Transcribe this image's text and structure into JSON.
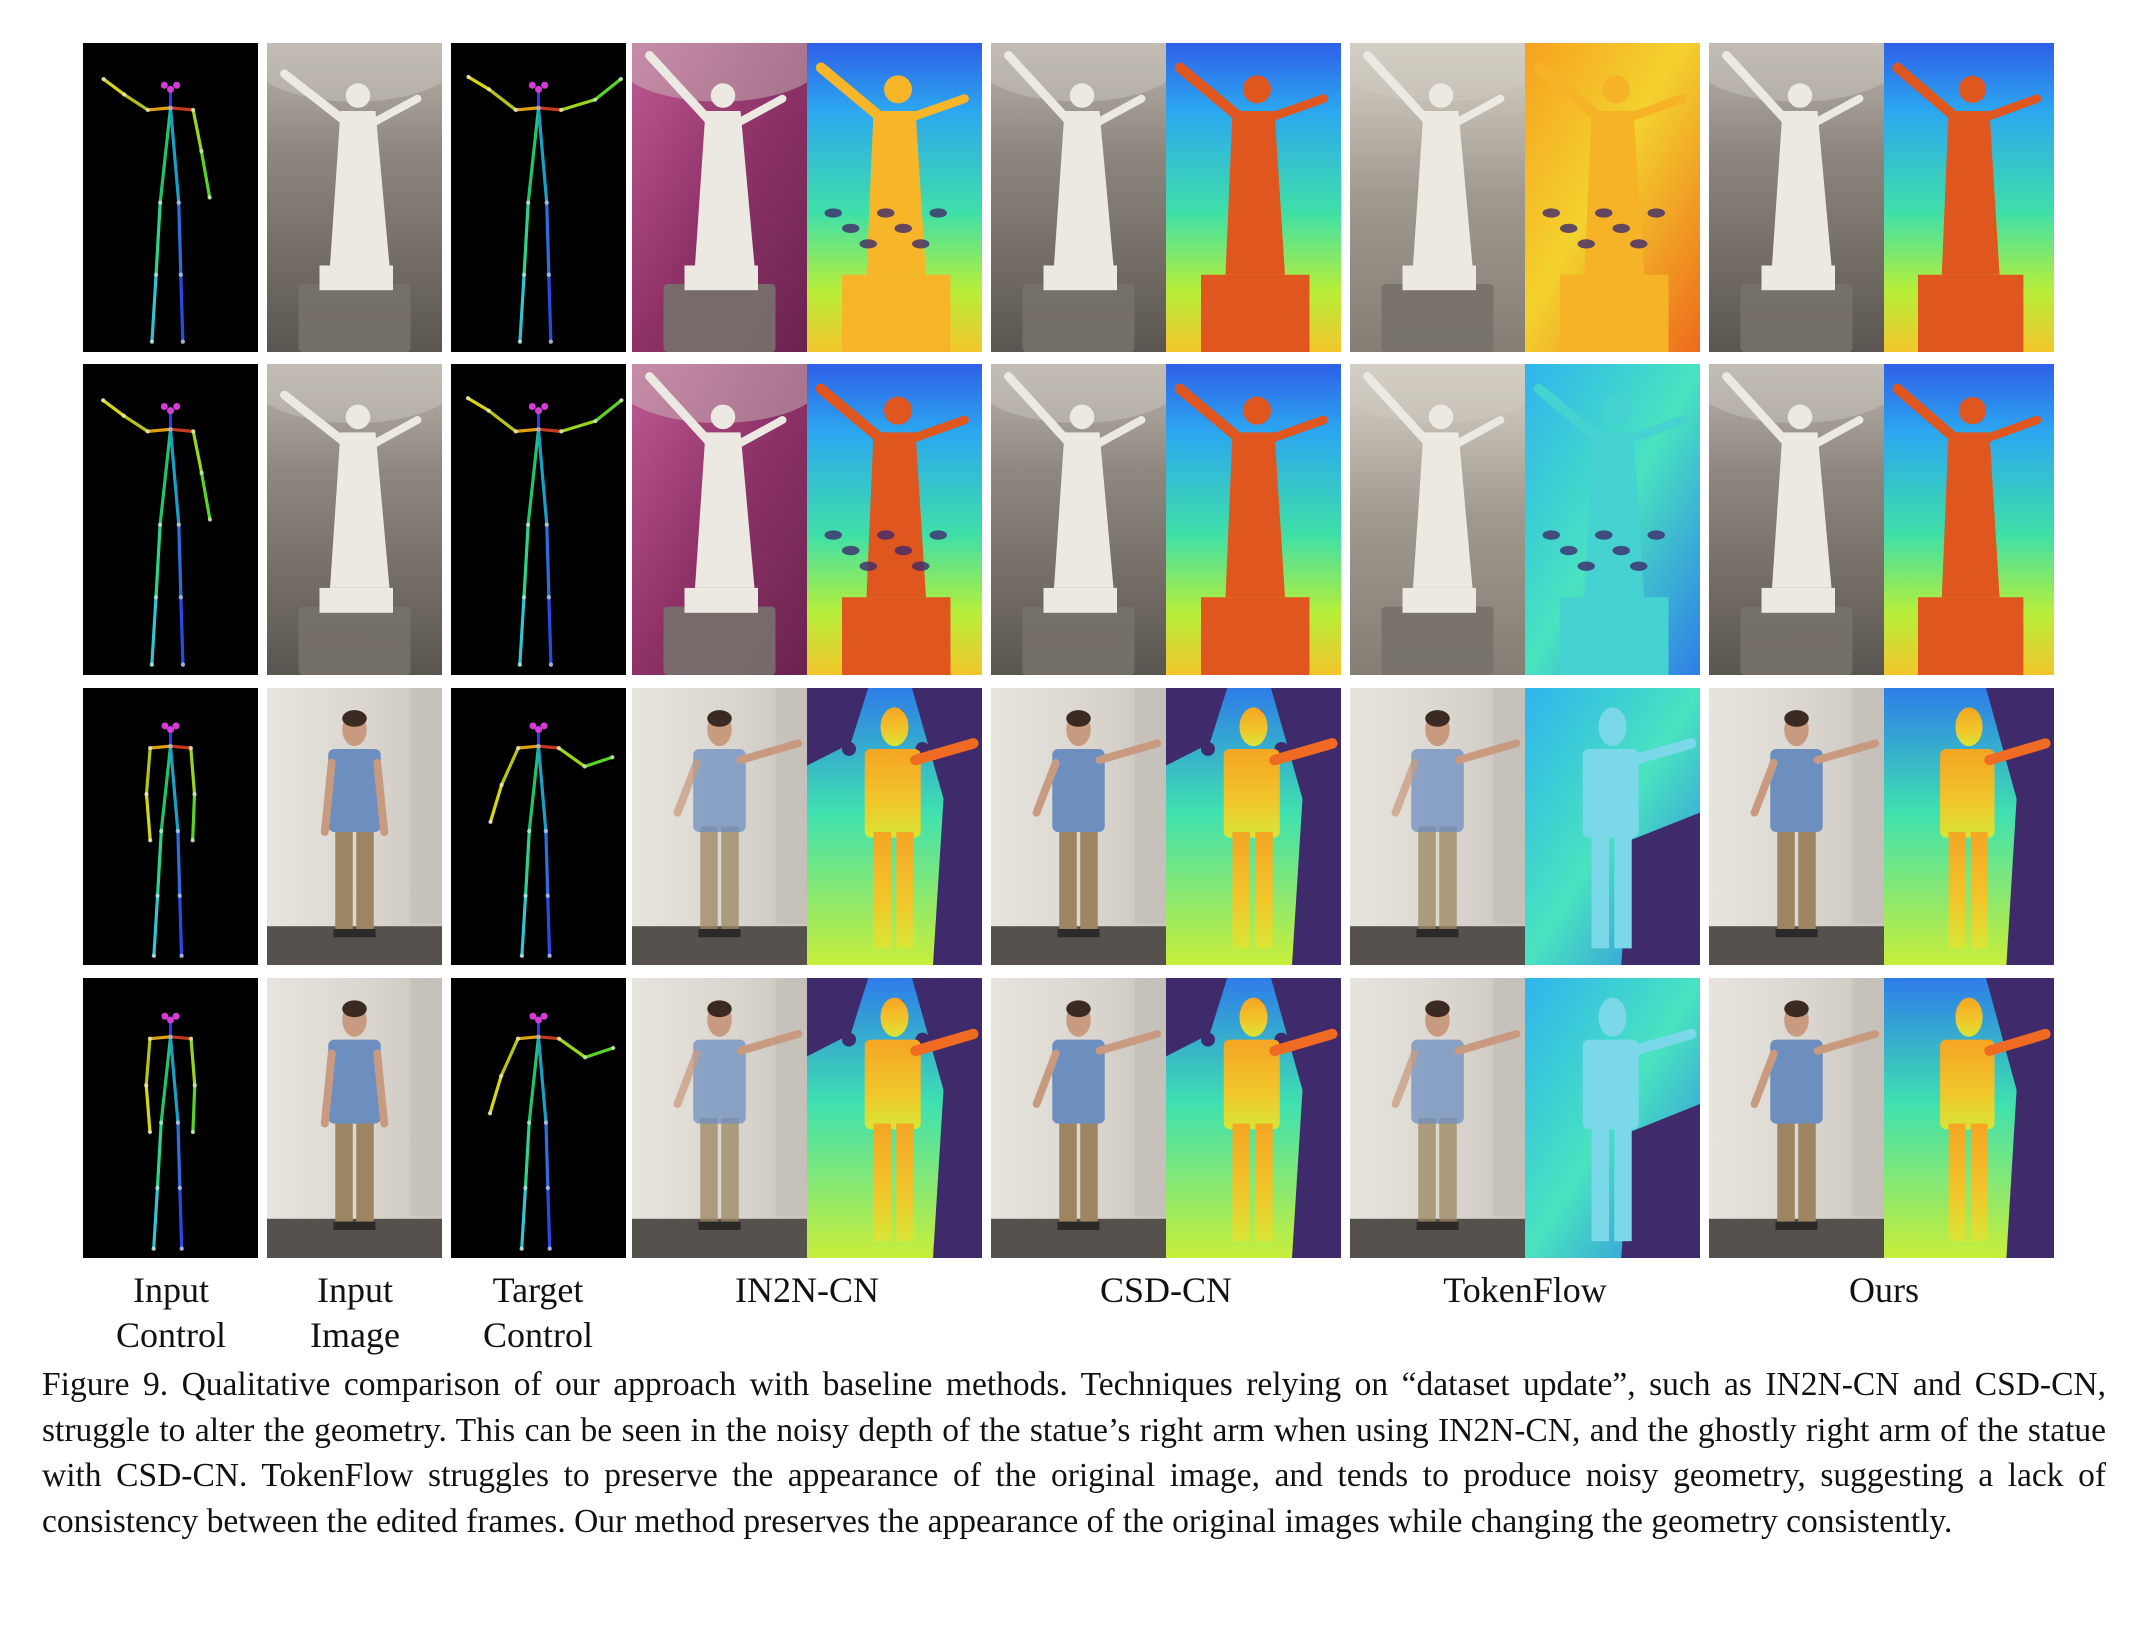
{
  "figure": {
    "column_labels": [
      {
        "line1": "Input",
        "line2": "Control"
      },
      {
        "line1": "Input",
        "line2": "Image"
      },
      {
        "line1": "Target",
        "line2": "Control"
      },
      {
        "line1": "IN2N-CN",
        "line2": ""
      },
      {
        "line1": "CSD-CN",
        "line2": ""
      },
      {
        "line1": "TokenFlow",
        "line2": ""
      },
      {
        "line1": "Ours",
        "line2": ""
      }
    ],
    "caption": "Figure 9. Qualitative comparison of our approach with baseline methods. Techniques relying on “dataset update”, such as IN2N-CN and CSD-CN, struggle to alter the geometry. This can be seen in the noisy depth of the statue’s right arm when using IN2N-CN, and the ghostly right arm of the statue with CSD-CN. TokenFlow struggles to preserve the appearance of the original image, and tends to produce noisy geometry, suggesting a lack of consistency between the edited frames. Our method preserves the appearance of the original images while changing the geometry consistently."
  },
  "colors": {
    "control_bg": "#000000",
    "statue_wall": "#8f8a83",
    "statue_marble": "#ece8e2",
    "magenta_bg": "#9b3d73",
    "room_wall": "#dcd8d1",
    "shirt": "#6c8fc0",
    "pants": "#9c8560",
    "depth_far": "#3f2b6b",
    "depth_mid": "#44d6b0",
    "depth_near": "#e0561f",
    "depth_blue": "#2a6ef0"
  }
}
